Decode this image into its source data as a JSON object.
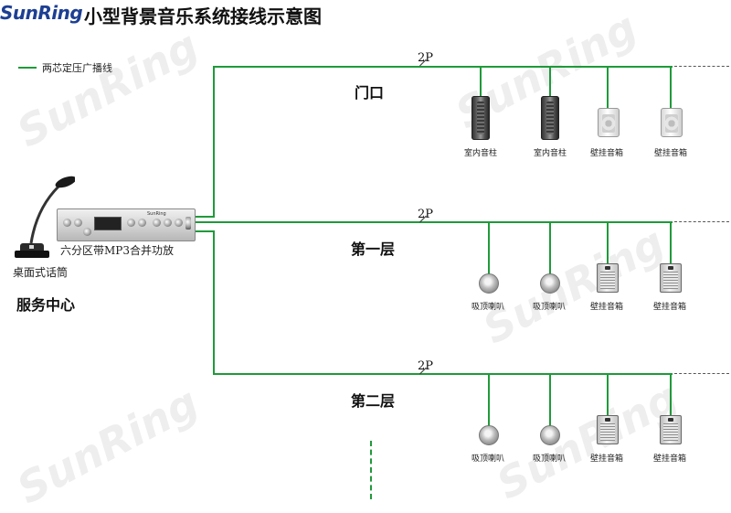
{
  "header": {
    "brand": "SunRing",
    "title": "小型背景音乐系统接线示意图"
  },
  "legend": {
    "label": "两芯定压广播线"
  },
  "center": {
    "amplifier_label": "六分区带MP3合并功放",
    "amplifier_brand": "SunRing",
    "microphone_label": "桌面式话筒",
    "title": "服务中心"
  },
  "zones": [
    {
      "name": "门口",
      "cable": "2P",
      "devices": [
        {
          "caption": "室内音柱",
          "icon": "column-speaker-icon"
        },
        {
          "caption": "室内音柱",
          "icon": "column-speaker-icon"
        },
        {
          "caption": "壁挂音箱",
          "icon": "wall-speaker-icon"
        },
        {
          "caption": "壁挂音箱",
          "icon": "wall-speaker-icon"
        }
      ]
    },
    {
      "name": "第一层",
      "cable": "2P",
      "devices": [
        {
          "caption": "吸顶喇叭",
          "icon": "ceiling-speaker-icon"
        },
        {
          "caption": "吸顶喇叭",
          "icon": "ceiling-speaker-icon"
        },
        {
          "caption": "壁挂音箱",
          "icon": "wall-speaker-icon"
        },
        {
          "caption": "壁挂音箱",
          "icon": "wall-speaker-icon"
        }
      ]
    },
    {
      "name": "第二层",
      "cable": "2P",
      "devices": [
        {
          "caption": "吸顶喇叭",
          "icon": "ceiling-speaker-icon"
        },
        {
          "caption": "吸顶喇叭",
          "icon": "ceiling-speaker-icon"
        },
        {
          "caption": "壁挂音箱",
          "icon": "wall-speaker-icon"
        },
        {
          "caption": "壁挂音箱",
          "icon": "wall-speaker-icon"
        }
      ]
    }
  ],
  "watermark": "SunRing",
  "colors": {
    "wire": "#1f9a3a",
    "brand": "#1d3f93"
  }
}
